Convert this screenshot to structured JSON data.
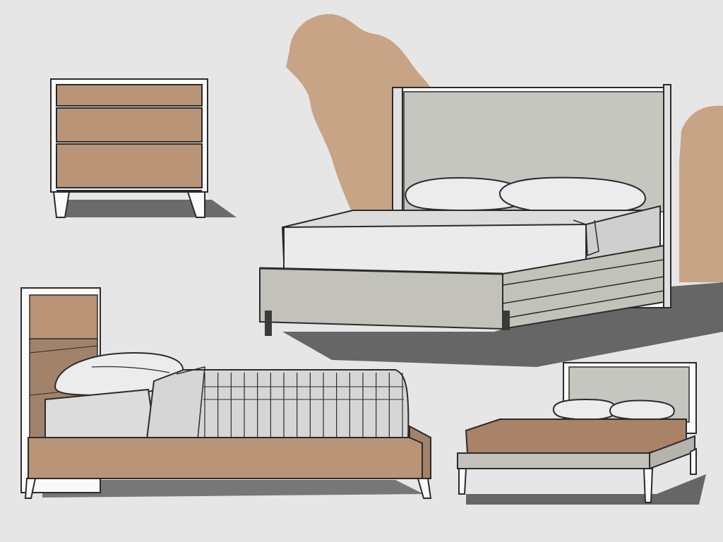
{
  "illustration": {
    "palette": {
      "background": "#e6e6e6",
      "wood": "#b99477",
      "wood_dark": "#a3826a",
      "upholstery": "#c5c6c0",
      "sheet": "#dcdcdc",
      "sheet_shadow": "#c9c9c9",
      "pillow": "#ececec",
      "frame_grey": "#c2c2bb",
      "shadow": "#666666",
      "accent_blob": "#c8a487",
      "mattress_brown": "#a98267",
      "outline": "#2b2b2b"
    },
    "objects": [
      {
        "name": "nightstand-dresser",
        "drawers": 3,
        "legs": 2
      },
      {
        "name": "upholstered-bed",
        "pillows": 2,
        "legs": 2
      },
      {
        "name": "wooden-bed",
        "pillows": 1,
        "quilt_stripes": 16,
        "legs": 2
      },
      {
        "name": "platform-bed",
        "pillows": 2,
        "legs": 3
      }
    ]
  }
}
